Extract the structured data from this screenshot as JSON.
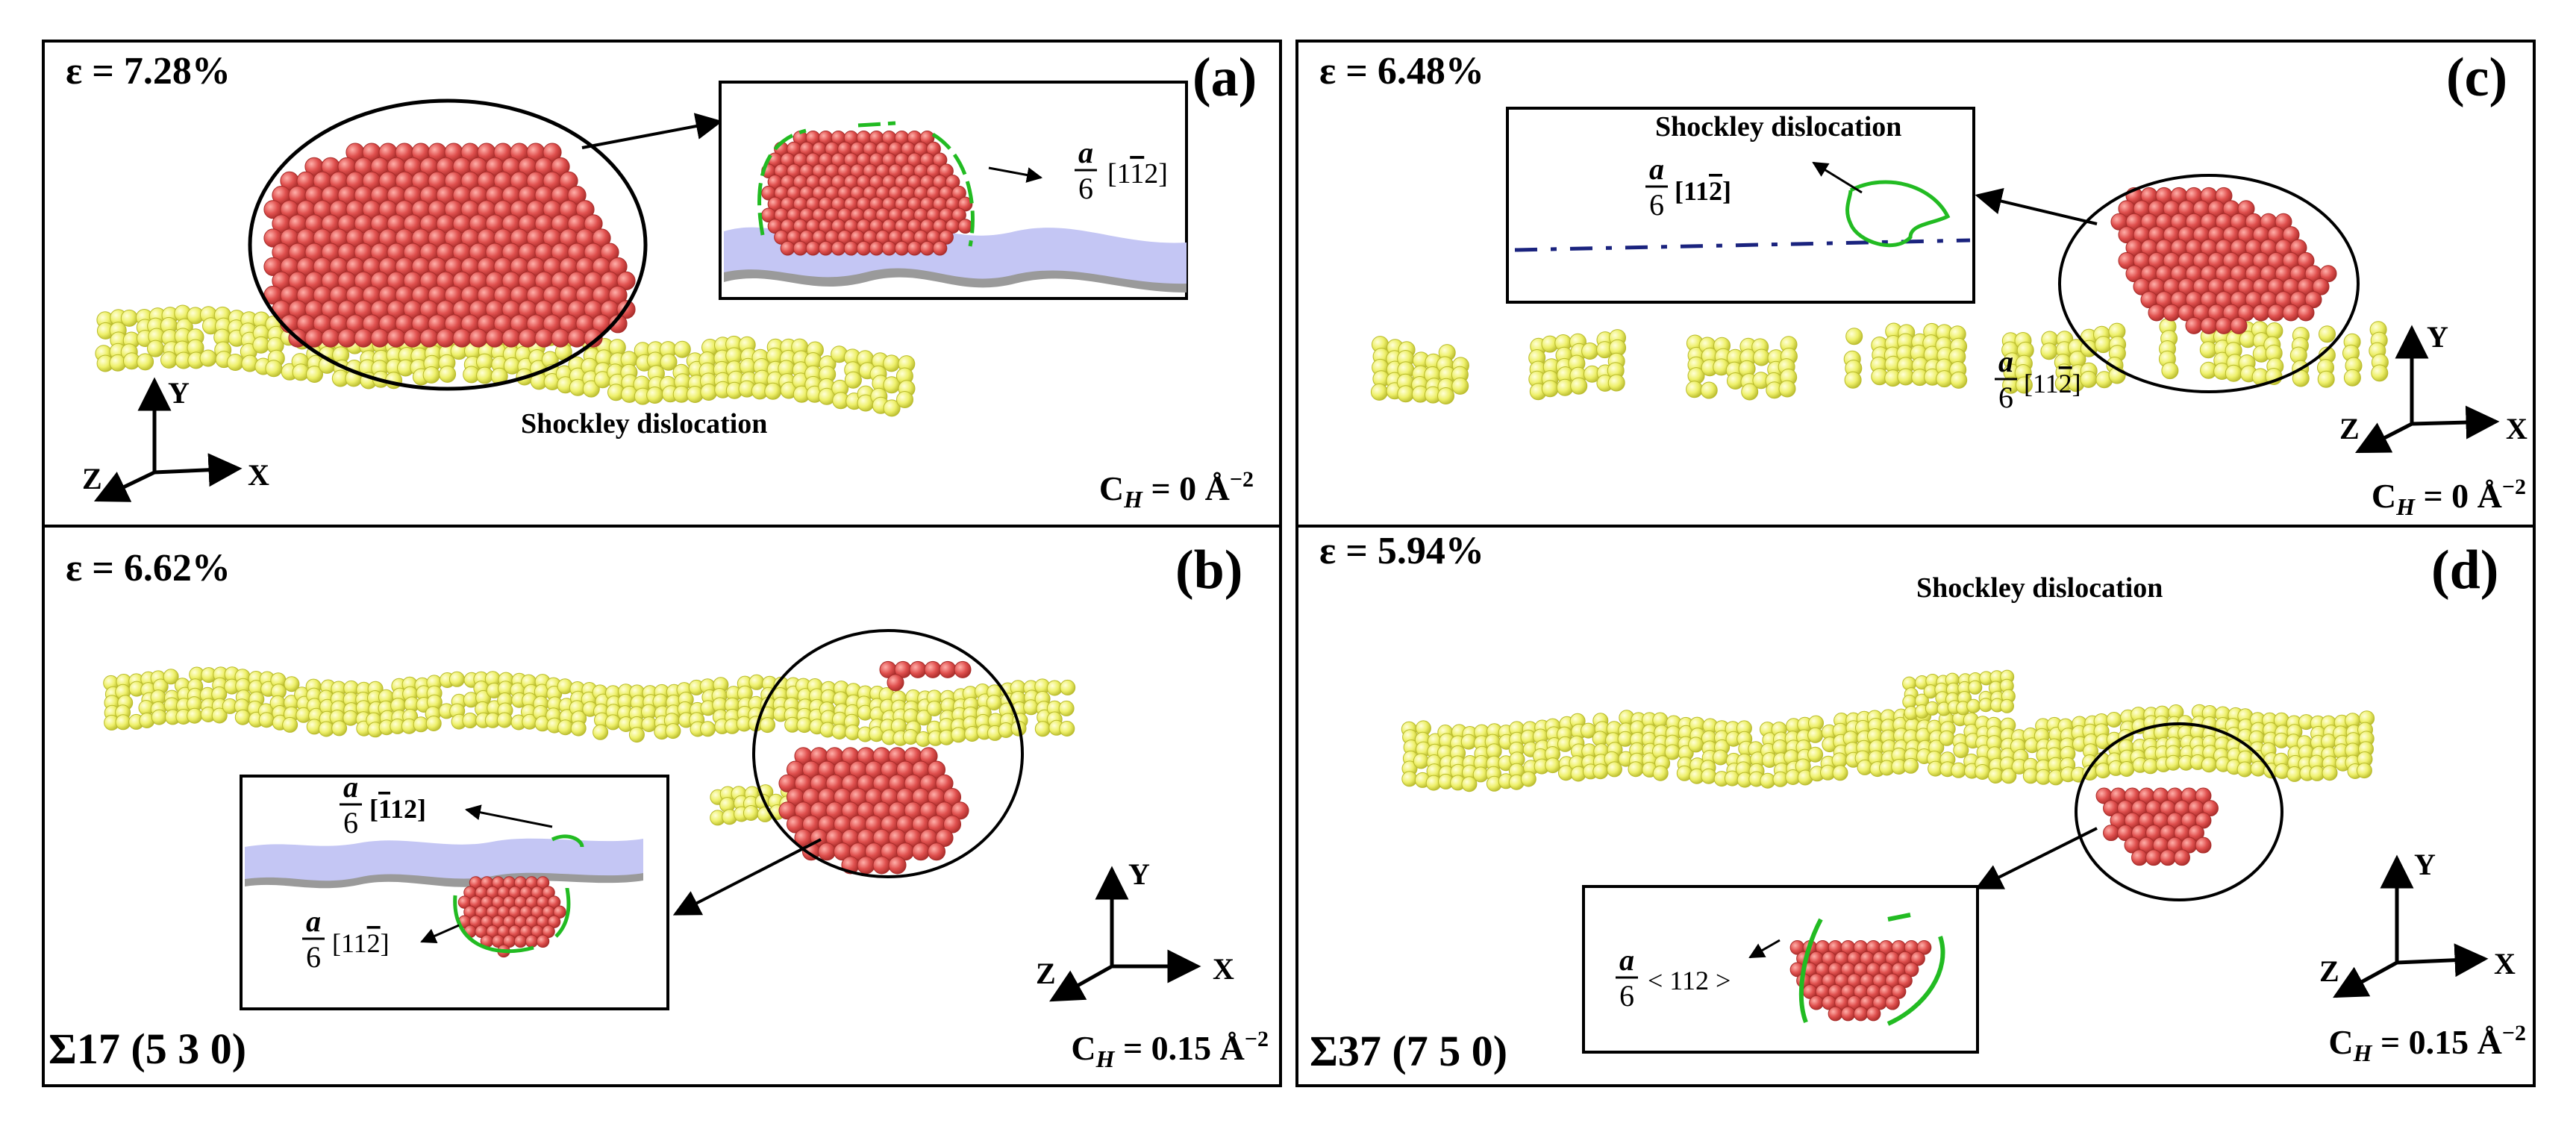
{
  "panels": [
    {
      "id": "a",
      "tag": "(a)",
      "strain": "ε = 7.28%",
      "dislocation_label": "Shockley dislocation",
      "burgers_a": "a",
      "burgers_den": "6",
      "burgers_dir": "[1",
      "burgers_dir_bar": "1",
      "burgers_dir_end": "2]",
      "ch_sym": "C",
      "ch_sub": "H",
      "ch_val": " = 0 Å",
      "ch_exp": "−2",
      "axis_y": "Y",
      "axis_x": "X",
      "axis_z": "Z"
    },
    {
      "id": "b",
      "tag": "(b)",
      "strain": "ε = 6.62%",
      "gb_label": "Σ17 (5 3 0)",
      "burgers1_a": "a",
      "burgers1_den": "6",
      "burgers1_dir_start": "[",
      "burgers1_dir_bar": "1",
      "burgers1_dir_end": "12]",
      "burgers2_a": "a",
      "burgers2_den": "6",
      "burgers2_dir_start": "[11",
      "burgers2_dir_bar": "2",
      "burgers2_dir_end": "]",
      "ch_sym": "C",
      "ch_sub": "H",
      "ch_val": " = 0.15 Å",
      "ch_exp": "−2",
      "axis_y": "Y",
      "axis_x": "X",
      "axis_z": "Z"
    },
    {
      "id": "c",
      "tag": "(c)",
      "strain": "ε = 6.48%",
      "dislocation_label": "Shockley dislocation",
      "burgers1_a": "a",
      "burgers1_den": "6",
      "burgers1_dir_start": "[11",
      "burgers1_dir_bar": "2",
      "burgers1_dir_end": "]",
      "burgers2_a": "a",
      "burgers2_den": "6",
      "burgers2_dir_start": "[11",
      "burgers2_dir_bar": "2",
      "burgers2_dir_end": "]",
      "ch_sym": "C",
      "ch_sub": "H",
      "ch_val": " = 0 Å",
      "ch_exp": "−2",
      "axis_y": "Y",
      "axis_x": "X",
      "axis_z": "Z"
    },
    {
      "id": "d",
      "tag": "(d)",
      "strain": "ε = 5.94%",
      "dislocation_label": "Shockley dislocation",
      "gb_label": "Σ37 (7 5 0)",
      "burgers_a": "a",
      "burgers_den": "6",
      "burgers_dir": "< 112 >",
      "ch_sym": "C",
      "ch_sub": "H",
      "ch_val": " = 0.15 Å",
      "ch_exp": "−2",
      "axis_y": "Y",
      "axis_x": "X",
      "axis_z": "Z"
    }
  ],
  "colors": {
    "gb_atom": "#eef06a",
    "gb_atom_edge": "#b9bb2c",
    "fault_atom": "#e0504e",
    "fault_atom_edge": "#a82c2a",
    "dislocation_line": "#22bb22",
    "surface": "#c4c6f4",
    "surface_shadow": "#9a9a9a",
    "dash_line": "#1a237e"
  }
}
